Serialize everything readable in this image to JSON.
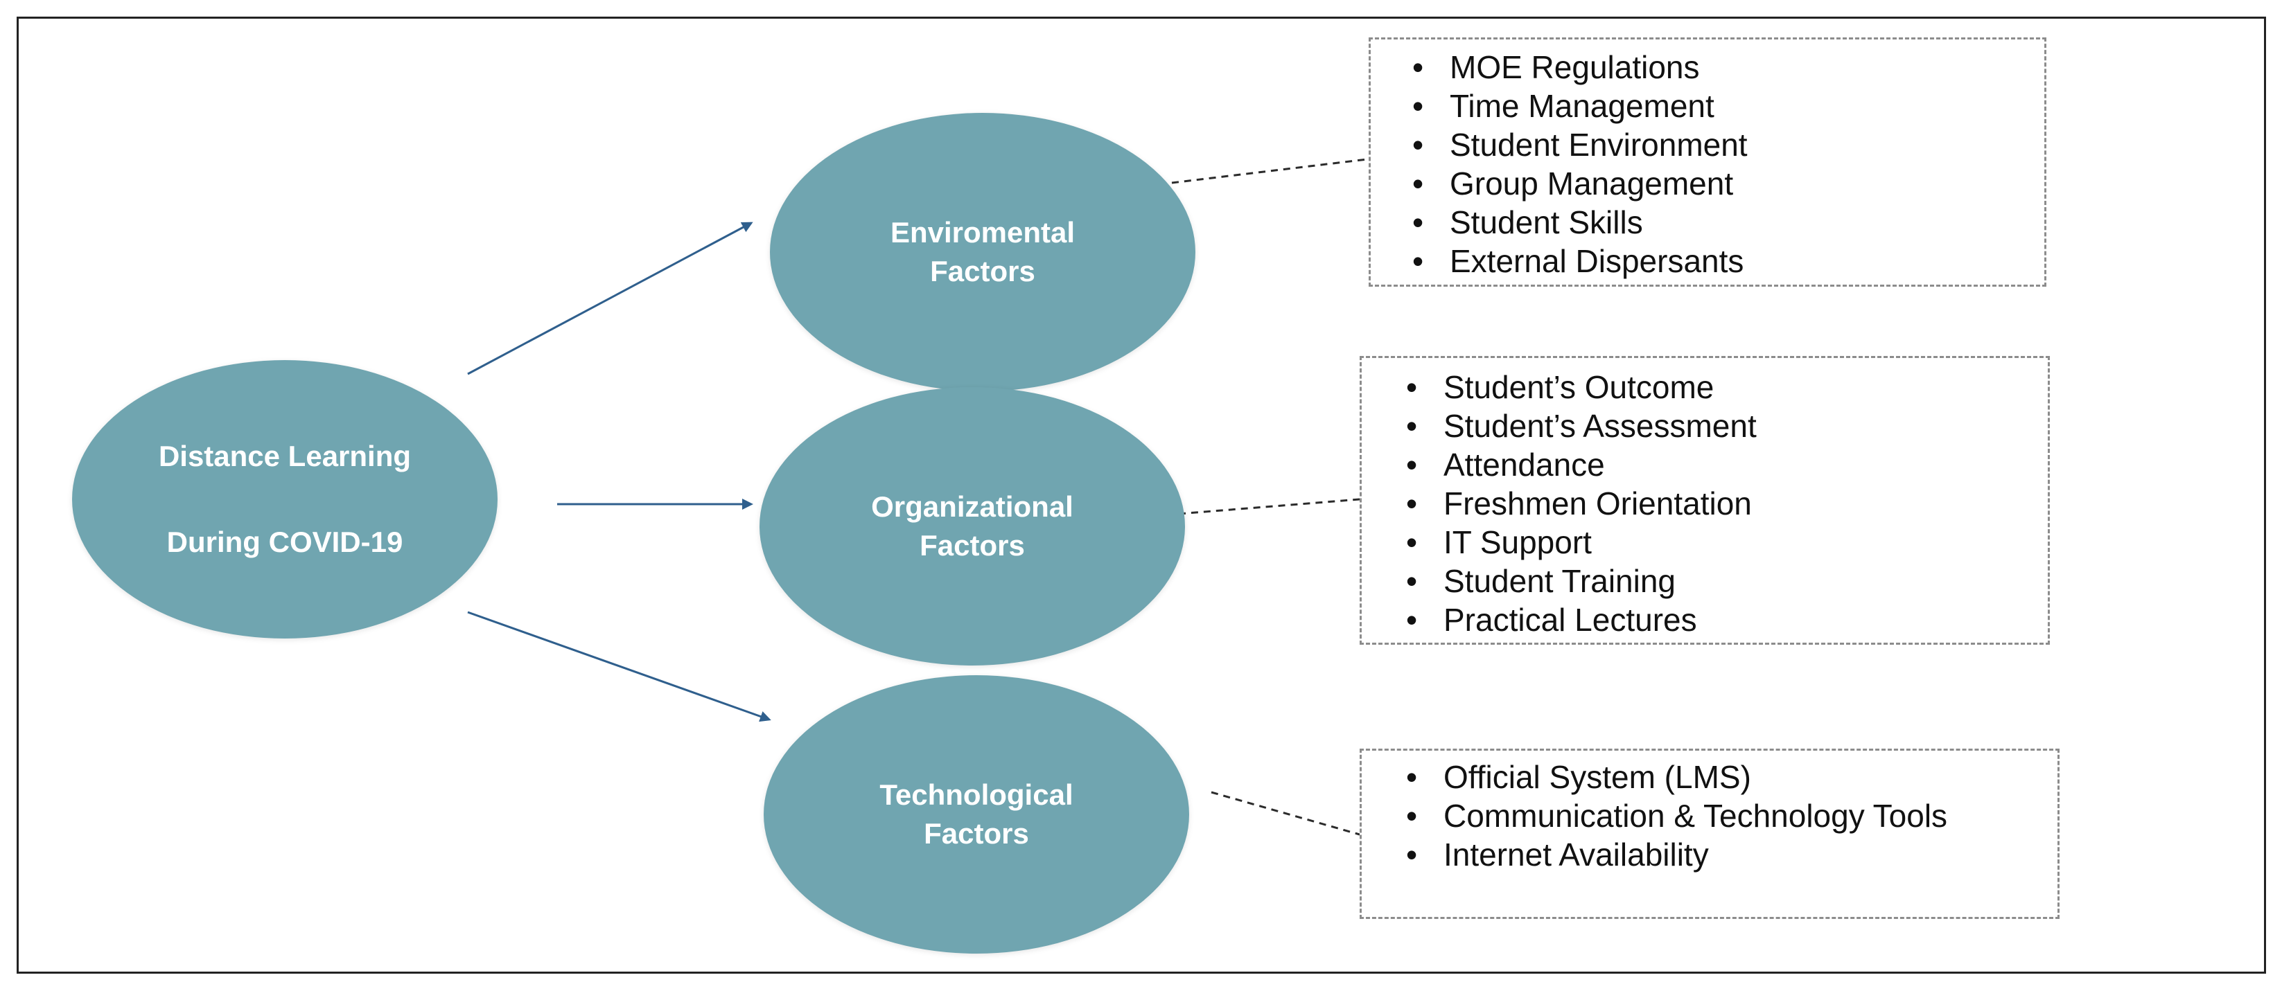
{
  "diagram": {
    "main": {
      "line1": "Distance Learning",
      "line2": "During COVID-19"
    },
    "categories": [
      {
        "name_line1": "Enviromental",
        "name_line2": "Factors",
        "items": [
          "MOE Regulations",
          "Time Management",
          "Student  Environment",
          "Group Management",
          "Student Skills",
          "External Dispersants"
        ]
      },
      {
        "name_line1": "Organizational",
        "name_line2": "Factors",
        "items": [
          "Student’s Outcome",
          "Student’s Assessment",
          "Attendance",
          "Freshmen Orientation",
          "IT Support",
          "Student Training",
          "Practical Lectures"
        ]
      },
      {
        "name_line1": "Technological",
        "name_line2": "Factors",
        "items": [
          "Official System (LMS)",
          "Communication & Technology Tools",
          "Internet Availability"
        ]
      }
    ],
    "colors": {
      "node_fill": "#70a5b0",
      "arrow": "#2f5f8d",
      "dashed": "#8c8c8c",
      "frame": "#222222",
      "text_dark": "#111111"
    },
    "bullet_symbol": "•"
  }
}
